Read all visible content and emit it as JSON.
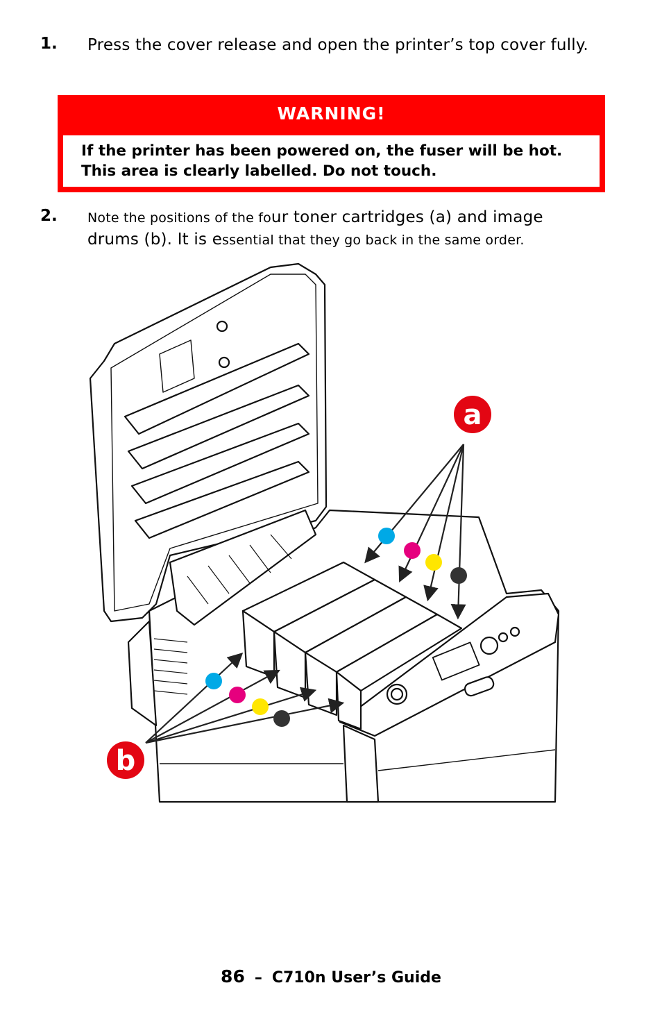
{
  "steps": [
    {
      "number": "1.",
      "text": "Press the cover release and open the printer’s top cover fully."
    },
    {
      "number": "2.",
      "text_part1": "Note the positions of the fo",
      "text_part2": "ur toner cartridges (a) and image drums (b). It is e",
      "text_part3": "ssential that they go back in the same order."
    }
  ],
  "warning": {
    "title": "WARNING!",
    "body": "If the printer has been powered on, the fuser will be hot. This area is clearly labelled. Do not touch."
  },
  "figure": {
    "label_a": "a",
    "label_b": "b",
    "marker_colors": [
      "#00a9e6",
      "#e6007e",
      "#ffe600",
      "#333333"
    ],
    "label_color": "#e30613"
  },
  "footer": {
    "page_number": "86",
    "separator": "–",
    "guide_title": "C710n User’s Guide"
  }
}
